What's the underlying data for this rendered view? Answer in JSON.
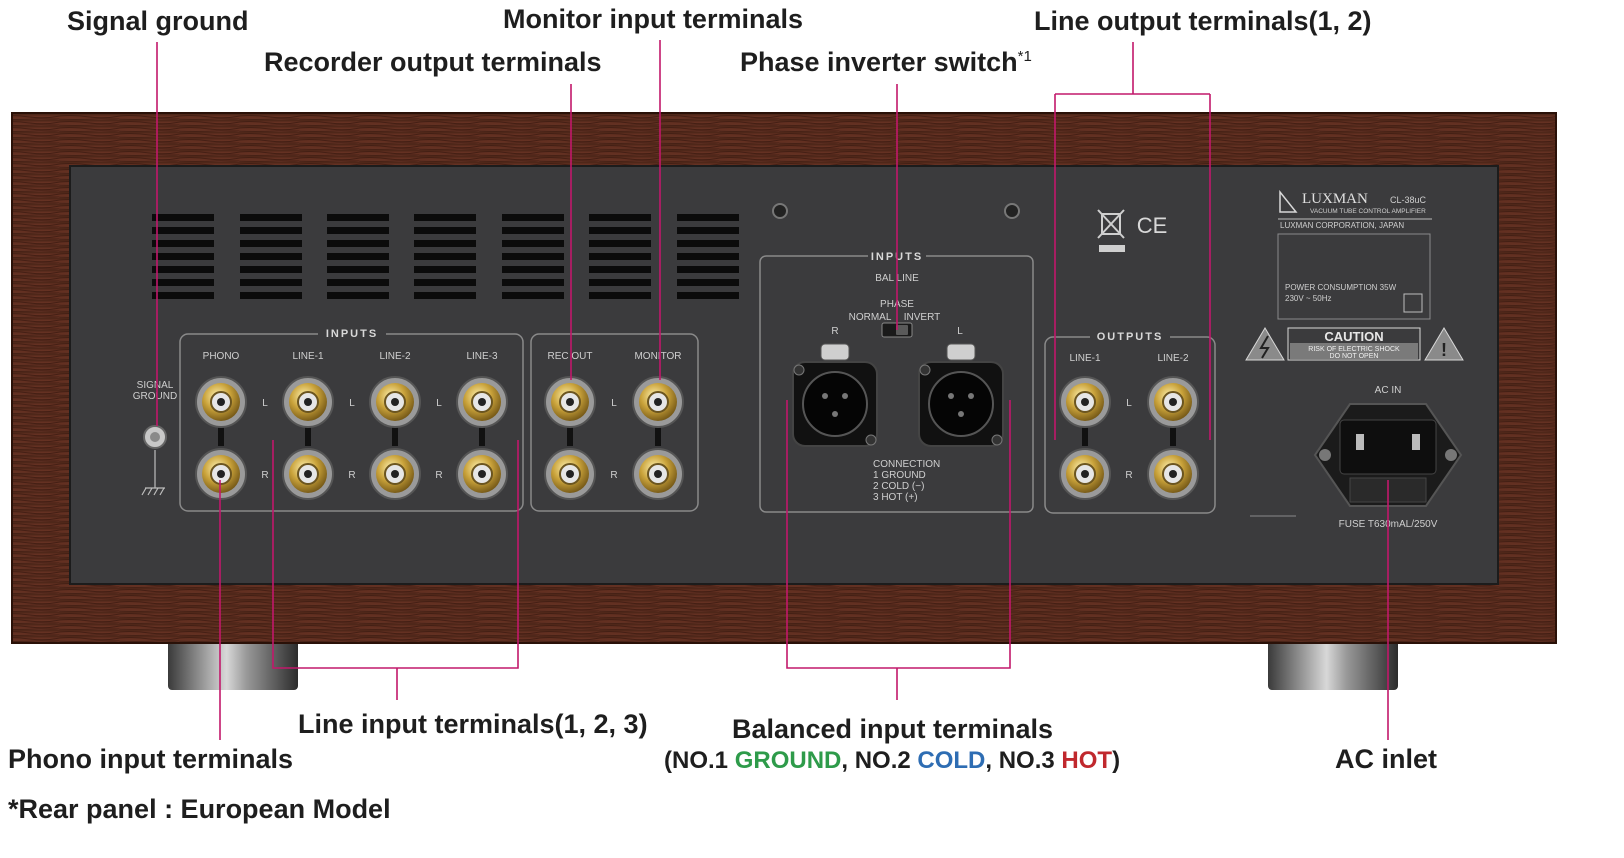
{
  "callouts": {
    "signal_ground": "Signal ground",
    "monitor_input": "Monitor input terminals",
    "line_output": "Line output terminals(1, 2)",
    "recorder_output": "Recorder output terminals",
    "phase_inverter": "Phase inverter switch",
    "phase_inverter_note": "*1",
    "line_input": "Line input terminals(1, 2, 3)",
    "phono_input": "Phono input terminals",
    "balanced_input": "Balanced input terminals",
    "balanced_detail": {
      "open": "(NO.1 ",
      "ground": "GROUND",
      "sep1": ", NO.2 ",
      "cold": "COLD",
      "sep2": ", NO.3 ",
      "hot": "HOT",
      "close": ")"
    },
    "ac_inlet": "AC inlet",
    "footnote": "*Rear panel : European Model"
  },
  "panel": {
    "inputs_group": "INPUTS",
    "phono": "PHONO",
    "line1": "LINE-1",
    "line2": "LINE-2",
    "line3": "LINE-3",
    "rec_out": "REC OUT",
    "monitor": "MONITOR",
    "ch_l": "L",
    "ch_r": "R",
    "signal_ground_1": "SIGNAL",
    "signal_ground_2": "GROUND",
    "bal_inputs": "INPUTS",
    "bal_line": "BAL LINE",
    "phase": "PHASE",
    "normal": "NORMAL",
    "invert": "INVERT",
    "connection": "CONNECTION",
    "conn1": "1 GROUND",
    "conn2": "2 COLD (−)",
    "conn3": "3 HOT (+)",
    "outputs_group": "OUTPUTS",
    "out_line1": "LINE-1",
    "out_line2": "LINE-2",
    "brand": "LUXMAN",
    "model": "CL-38uC",
    "product_desc": "VACUUM TUBE CONTROL AMPLIFIER",
    "corp": "LUXMAN CORPORATION, JAPAN",
    "power_line1": "POWER CONSUMPTION   35W",
    "power_line2": "230V ~ 50Hz",
    "caution": "CAUTION",
    "caution_sub1": "RISK OF ELECTRIC SHOCK",
    "caution_sub2": "DO NOT OPEN",
    "ce_mark": "CE",
    "ac_in": "AC IN",
    "fuse": "FUSE  T630mAL/250V"
  },
  "colors": {
    "leader": "#c2186b",
    "ground": "#2e9b4a",
    "cold": "#2e6db3",
    "hot": "#c0282d",
    "wood": "#5a2a1c",
    "panel": "#3b3b3d"
  }
}
